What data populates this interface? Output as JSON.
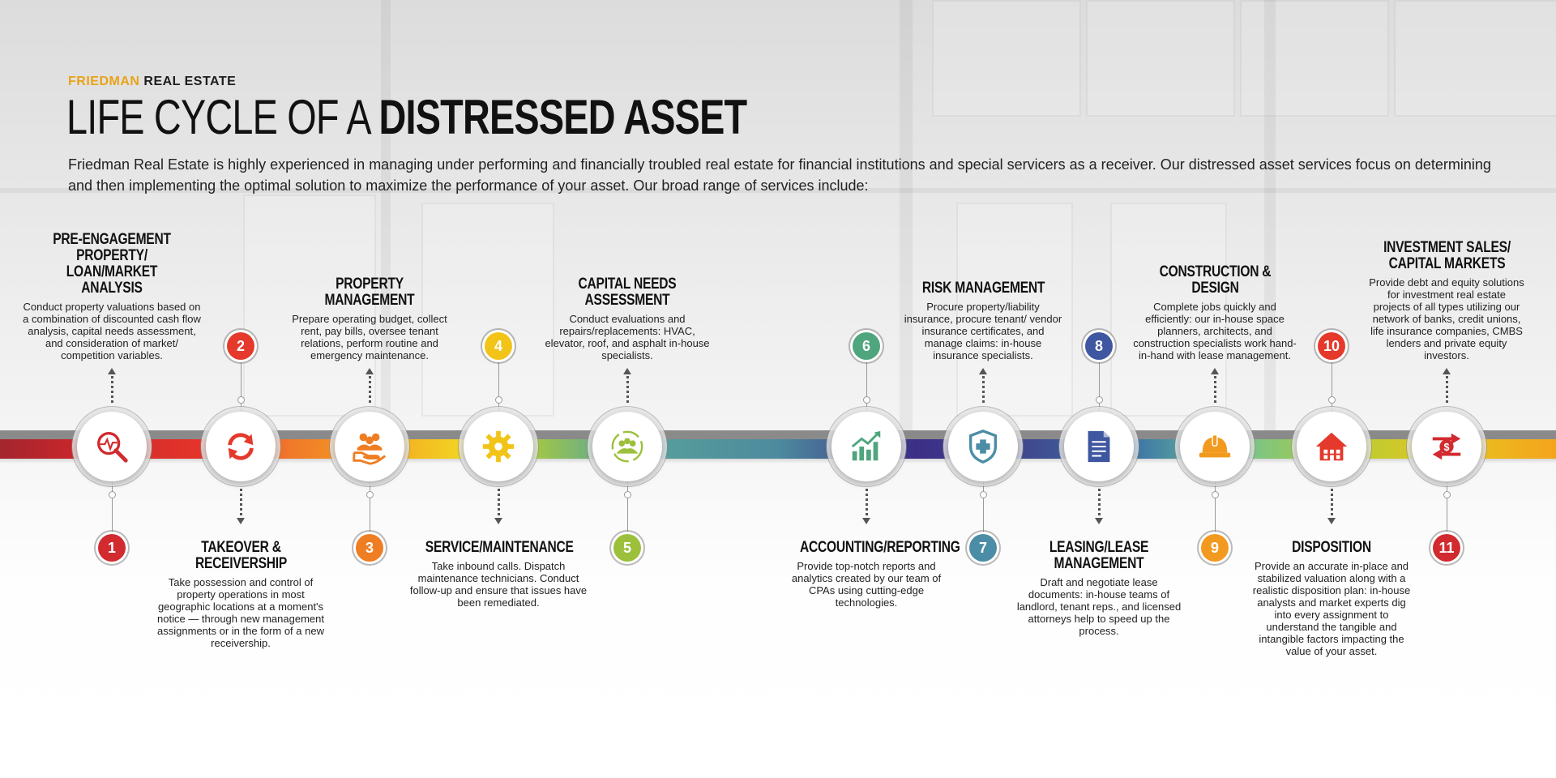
{
  "brand": {
    "part1": "FRIEDMAN",
    "part2": "REAL ESTATE"
  },
  "title": {
    "part1": "LIFE CYCLE OF A",
    "part2": "DISTRESSED ASSET"
  },
  "intro": "Friedman Real Estate is highly experienced in managing under performing and financially troubled real estate for financial institutions and special servicers as a receiver. Our distressed asset services focus on determining and then implementing the optimal solution to maximize the performance of your asset. Our broad range of services include:",
  "steps": [
    {
      "number": "1",
      "title": "PRE-ENGAGEMENT PROPERTY/ LOAN/MARKET ANALYSIS",
      "text": "Conduct property valuations based on a combination of discounted cash flow analysis, capital needs assessment, and consideration of market/ competition variables.",
      "color": "#d12a2f",
      "icon": "magnifier-chart-icon"
    },
    {
      "number": "2",
      "title": "TAKEOVER & RECEIVERSHIP",
      "text": "Take possession and control of property operations in most geographic locations at a moment's notice — through new management assignments or in the form of a new receivership.",
      "color": "#e4392b",
      "icon": "refresh-arrows-icon"
    },
    {
      "number": "3",
      "title": "PROPERTY MANAGEMENT",
      "text": "Prepare operating budget, collect rent, pay bills, oversee tenant relations, perform routine and emergency maintenance.",
      "color": "#ef7d22",
      "icon": "people-hand-icon"
    },
    {
      "number": "4",
      "title": "SERVICE/MAINTENANCE",
      "text": "Take inbound calls. Dispatch maintenance technicians. Conduct follow-up and ensure that issues have been remediated.",
      "color": "#f2c418",
      "icon": "gear-icon"
    },
    {
      "number": "5",
      "title": "CAPITAL NEEDS ASSESSMENT",
      "text": "Conduct evaluations and repairs/replacements: HVAC, elevator, roof, and asphalt in-house specialists.",
      "color": "#9cc03b",
      "icon": "group-cycle-icon"
    },
    {
      "number": "6",
      "title": "ACCOUNTING/REPORTING",
      "text": "Provide top-notch reports and analytics created by our team of CPAs using cutting-edge technologies.",
      "color": "#4fa57d",
      "icon": "growth-chart-icon"
    },
    {
      "number": "7",
      "title": "RISK MANAGEMENT",
      "text": "Procure property/liability insurance, procure tenant/ vendor insurance certificates, and manage claims: in-house insurance specialists.",
      "color": "#4b8da6",
      "icon": "shield-cross-icon"
    },
    {
      "number": "8",
      "title": "LEASING/LEASE MANAGEMENT",
      "text": "Draft and negotiate lease documents: in-house teams of landlord, tenant reps., and licensed attorneys help to speed up the process.",
      "color": "#3f56a0",
      "icon": "document-icon"
    },
    {
      "number": "9",
      "title": "CONSTRUCTION & DESIGN",
      "text": "Complete jobs quickly and efficiently: our in-house space planners, architects, and construction specialists work hand-in-hand with lease management.",
      "color": "#f29a1f",
      "icon": "hard-hat-icon"
    },
    {
      "number": "10",
      "title": "DISPOSITION",
      "text": "Provide an accurate in-place and stabilized valuation along with a realistic disposition plan: in-house analysts and market experts dig into every assignment to understand the tangible and intangible factors impacting the value of your asset.",
      "color": "#e4392b",
      "icon": "house-icon"
    },
    {
      "number": "11",
      "title": "INVESTMENT SALES/ CAPITAL MARKETS",
      "text": "Provide debt and equity solutions for investment real estate projects of all types utilizing our network of banks, credit unions, life insurance companies, CMBS lenders and private equity investors.",
      "color": "#d12a2f",
      "icon": "dollar-exchange-icon"
    }
  ]
}
